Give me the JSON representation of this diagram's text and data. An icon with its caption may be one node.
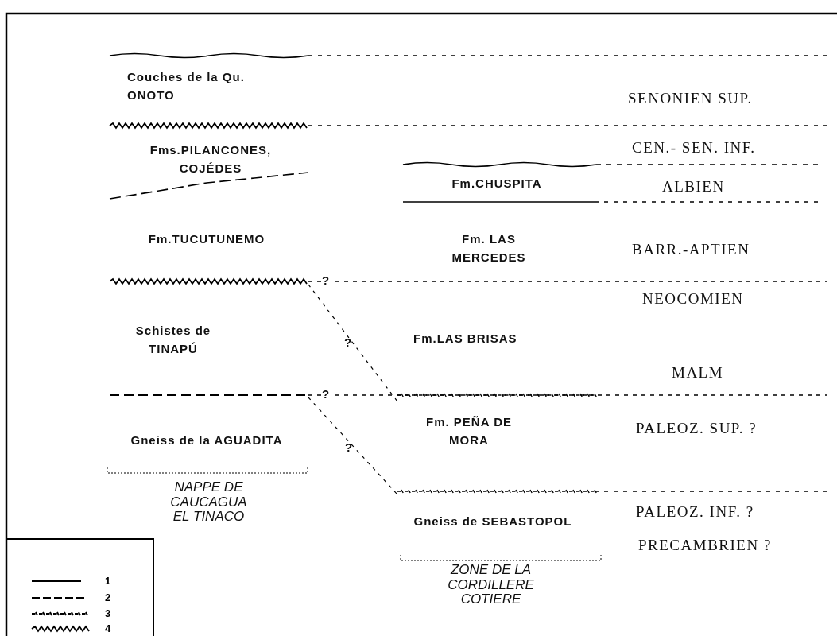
{
  "diagram": {
    "labels": [
      "Couches de la Qu. ONOTO",
      "SENONIEN SUP.",
      "Fms.PILANCONES, COJÉDES",
      "CEN.- SEN. INF.",
      "Fm.CHUSPITA",
      "ALBIEN",
      "Fm.TUCUTUNEMO",
      "Fm. LAS MERCEDES",
      "BARR.-APTIEN",
      "?",
      "NEOCOMIEN",
      "Schistes de TINAPÚ",
      "?",
      "Fm.LAS BRISAS",
      "MALM",
      "?",
      "Fm. PEÑA DE MORA",
      "PALEOZ. SUP. ?",
      "Gneiss de la AGUADITA",
      "?",
      "NAPPE DE CAUCAGUA EL TINACO",
      "Gneiss de SEBASTOPOL",
      "PALEOZ. INF. ?",
      "PRECAMBRIEN ?",
      "ZONE DE LA CORDILLERE COTIERE"
    ],
    "legend": [
      {
        "text": "1"
      },
      {
        "text": "2"
      },
      {
        "text": "3"
      },
      {
        "text": "4"
      }
    ]
  }
}
